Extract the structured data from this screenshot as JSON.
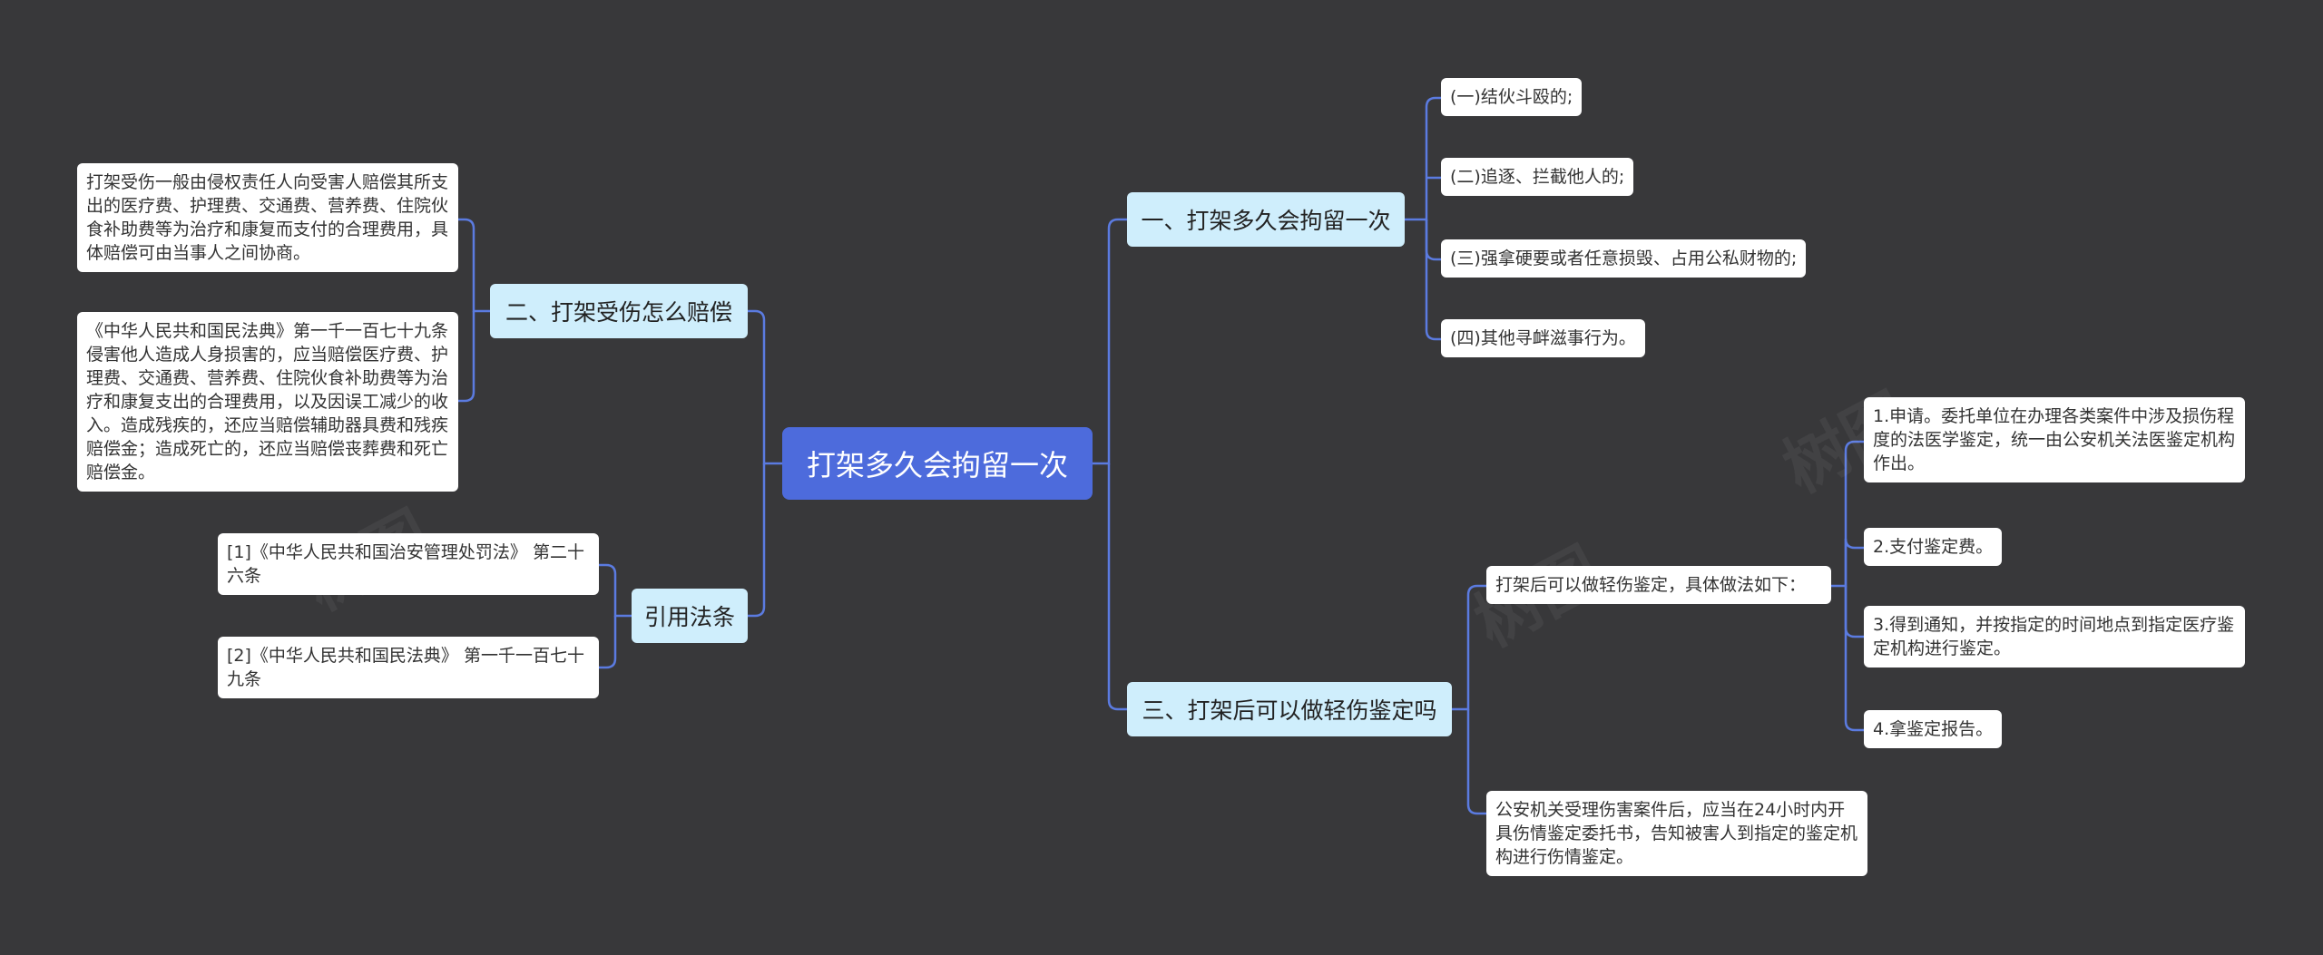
{
  "root": "打架多久会拘留一次",
  "left": {
    "compensation": {
      "title": "二、打架受伤怎么赔偿",
      "items": [
        "打架受伤一般由侵权责任人向受害人赔偿其所支出的医疗费、护理费、交通费、营养费、住院伙食补助费等为治疗和康复而支付的合理费用，具体赔偿可由当事人之间协商。",
        "《中华人民共和国民法典》第一千一百七十九条侵害他人造成人身损害的，应当赔偿医疗费、护理费、交通费、营养费、住院伙食补助费等为治疗和康复支出的合理费用，以及因误工减少的收入。造成残疾的，还应当赔偿辅助器具费和残疾赔偿金；造成死亡的，还应当赔偿丧葬费和死亡赔偿金。"
      ]
    },
    "laws": {
      "title": "引用法条",
      "items": [
        "[1]《中华人民共和国治安管理处罚法》 第二十六条",
        "[2]《中华人民共和国民法典》 第一千一百七十九条"
      ]
    }
  },
  "right": {
    "detention": {
      "title": "一、打架多久会拘留一次",
      "items": [
        "(一)结伙斗殴的;",
        "(二)追逐、拦截他人的;",
        "(三)强拿硬要或者任意损毁、占用公私财物的;",
        "(四)其他寻衅滋事行为。"
      ]
    },
    "appraisal": {
      "title": "三、打架后可以做轻伤鉴定吗",
      "method": {
        "title": "打架后可以做轻伤鉴定，具体做法如下：",
        "steps": [
          "1.申请。委托单位在办理各类案件中涉及损伤程度的法医学鉴定，统一由公安机关法医鉴定机构作出。",
          "2.支付鉴定费。",
          "3.得到通知，并按指定的时间地点到指定医疗鉴定机构进行鉴定。",
          "4.拿鉴定报告。"
        ]
      },
      "note": "公安机关受理伤害案件后，应当在24小时内开具伤情鉴定委托书，告知被害人到指定的鉴定机构进行伤情鉴定。"
    }
  },
  "colors": {
    "background": "#38383a",
    "root": "#4d6bdc",
    "branch": "#cfeefc",
    "leaf": "#ffffff",
    "line": "#5b7be0"
  }
}
